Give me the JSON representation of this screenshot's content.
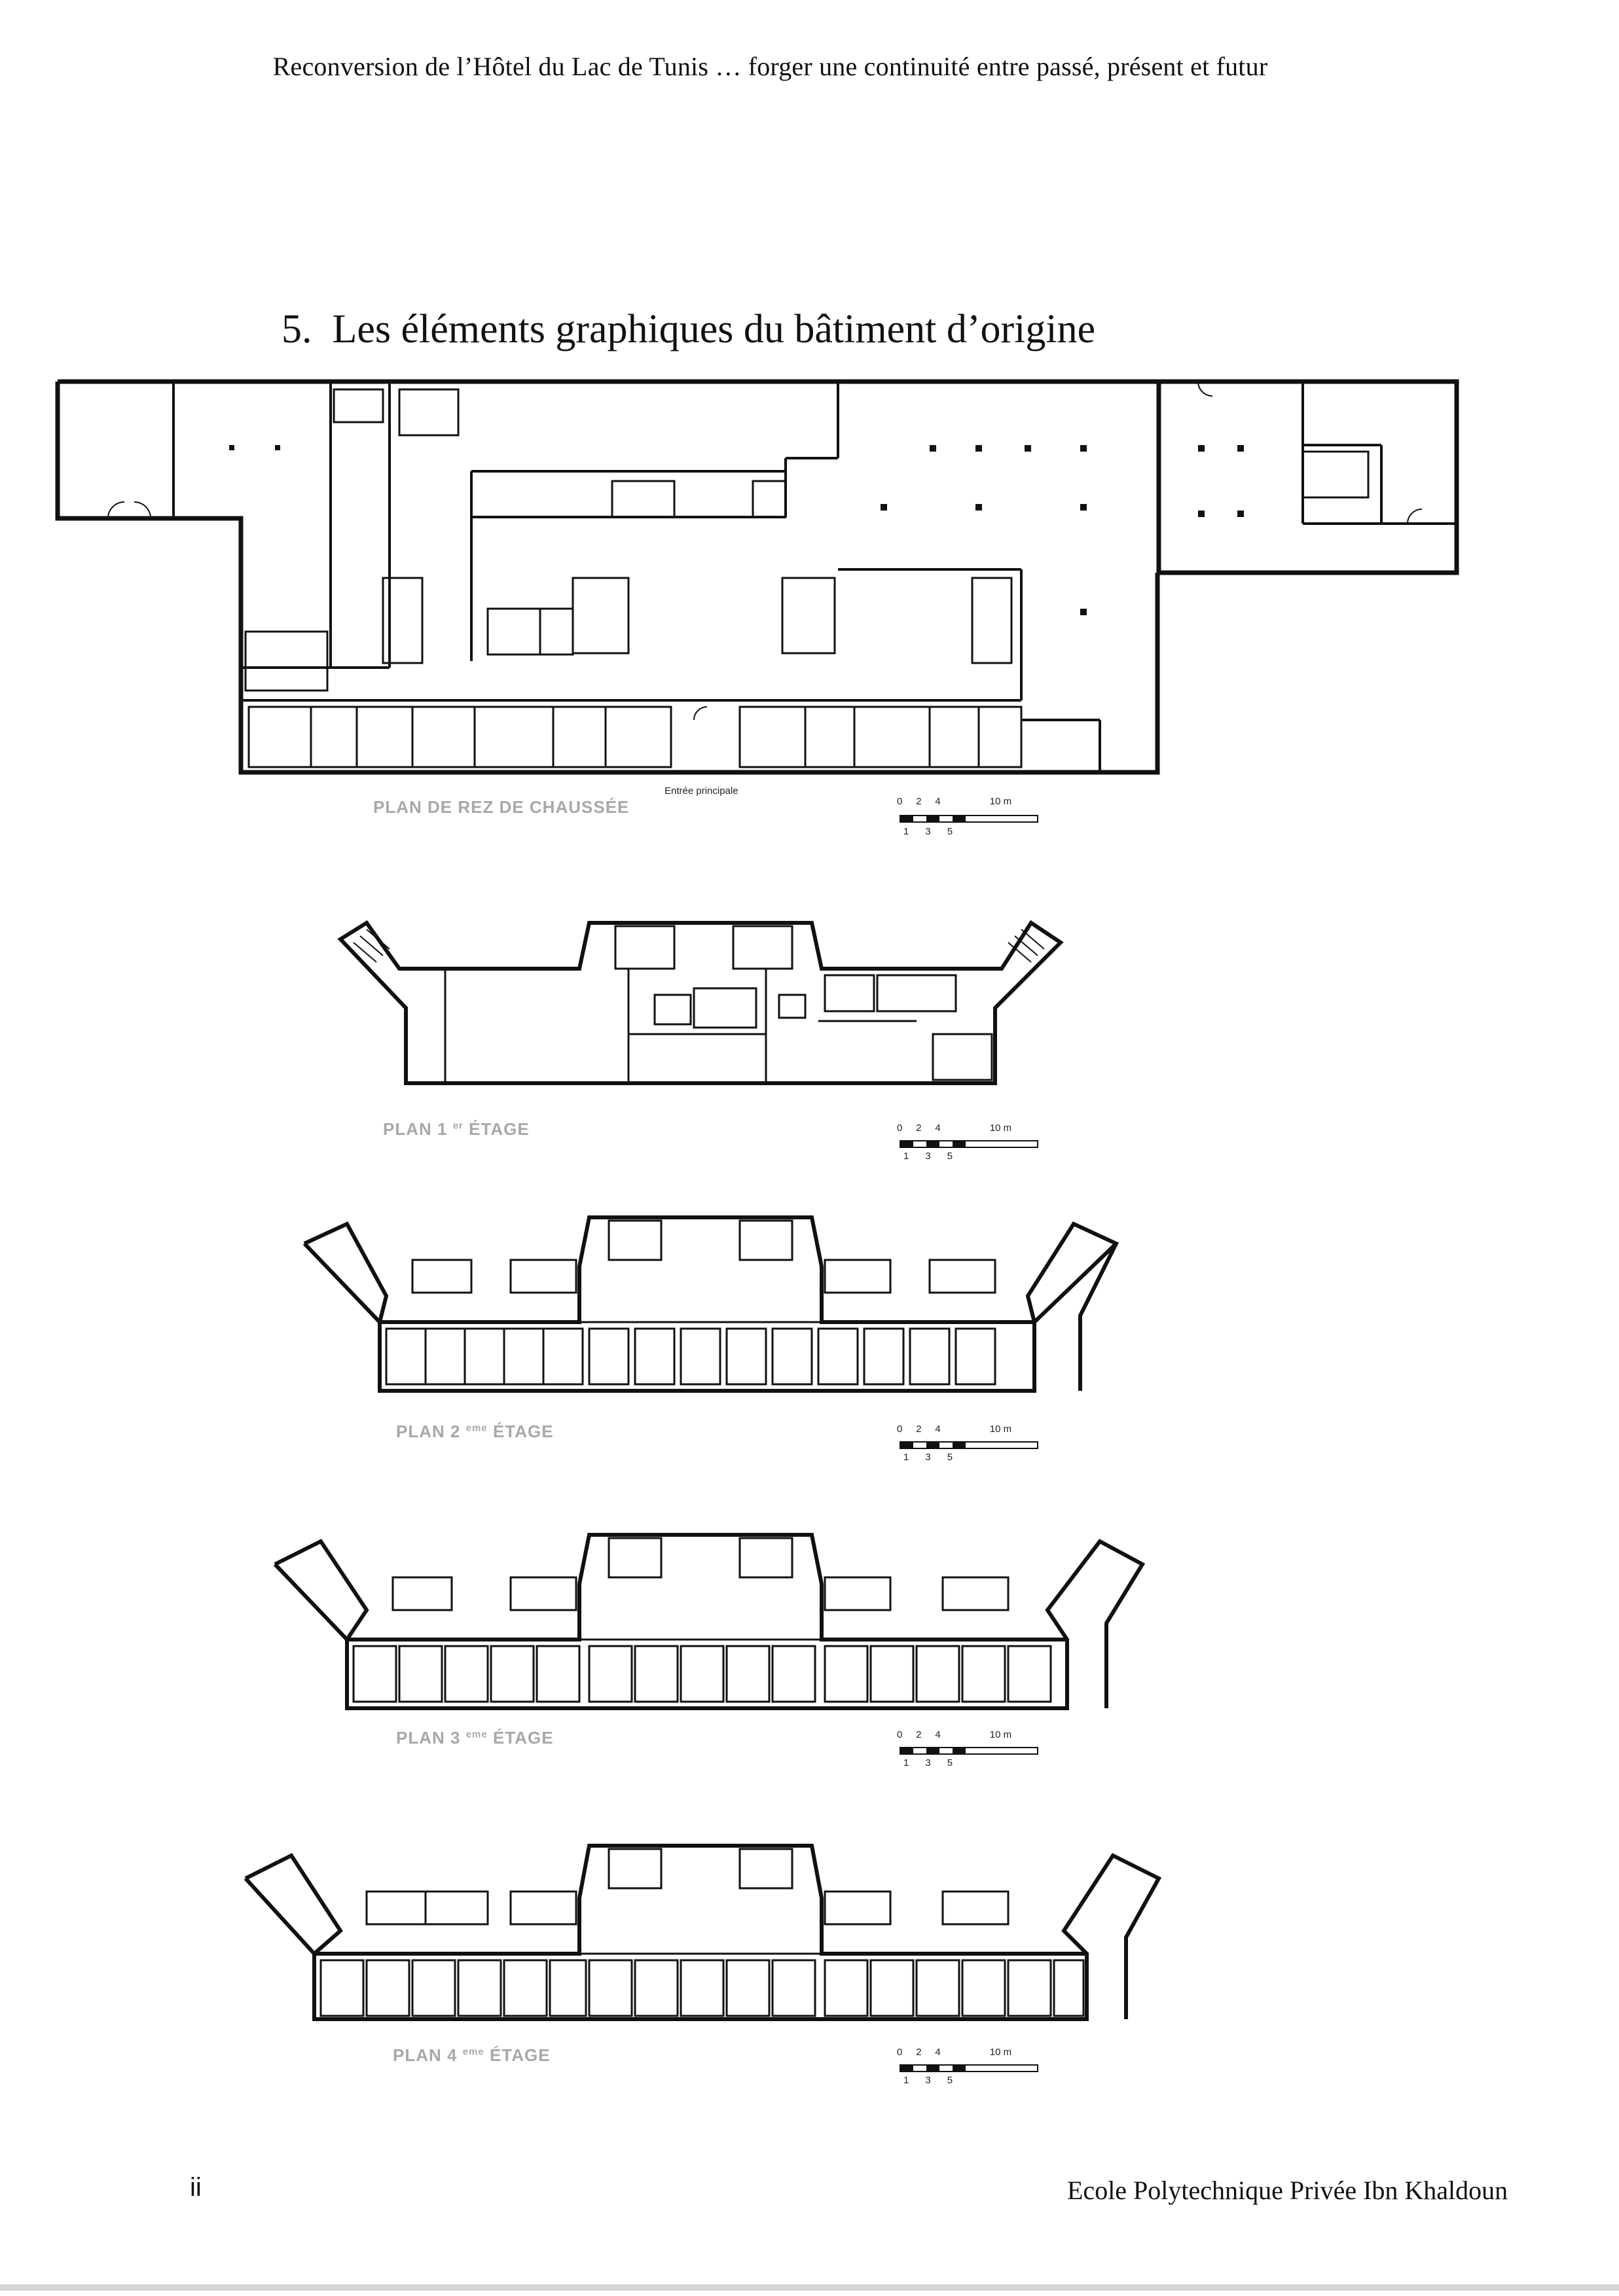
{
  "header": {
    "text": "Reconversion de l’Hôtel du Lac de Tunis … forger une continuité entre passé, présent et futur"
  },
  "section": {
    "number": "5.",
    "title": "Les éléments graphiques du bâtiment d’origine"
  },
  "plans": [
    {
      "label": "PLAN DE REZ DE CHAUSSÉE",
      "sup": "",
      "label_suffix": ""
    },
    {
      "label": "PLAN 1",
      "sup": "er",
      "label_suffix": " ÉTAGE"
    },
    {
      "label": "PLAN 2",
      "sup": "eme",
      "label_suffix": " ÉTAGE"
    },
    {
      "label": "PLAN 3",
      "sup": "eme",
      "label_suffix": " ÉTAGE"
    },
    {
      "label": "PLAN 4",
      "sup": "eme",
      "label_suffix": " ÉTAGE"
    }
  ],
  "entrance_label": "Entrée principale",
  "scale": {
    "top": [
      "0",
      "2",
      "4",
      "10 m"
    ],
    "bottom": [
      "1",
      "3",
      "5"
    ]
  },
  "footer": {
    "page_number": "ii",
    "institution": "Ecole Polytechnique Privée Ibn Khaldoun"
  }
}
